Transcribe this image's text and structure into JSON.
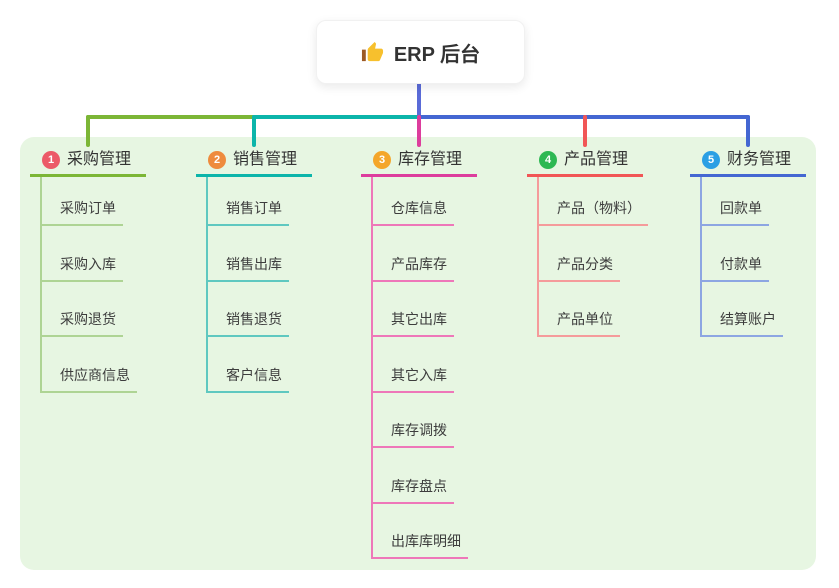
{
  "root": {
    "label": "ERP 后台",
    "icon": "thumbs-up-icon"
  },
  "canvas": {
    "panel_bg": "#e7f6e2",
    "node_bg": "#ffffff",
    "root_connector_color": "#5a6bd8",
    "icon_color": "#f7c02d",
    "icon_cuff_color": "#9c5a24"
  },
  "branches": [
    {
      "index": "1",
      "label": "采购管理",
      "line_color": "#7cb636",
      "child_line_color": "#aed494",
      "badge_color": "#ec5a68",
      "children": [
        "采购订单",
        "采购入库",
        "采购退货",
        "供应商信息"
      ]
    },
    {
      "index": "2",
      "label": "销售管理",
      "line_color": "#0cb5aa",
      "child_line_color": "#5fc8c0",
      "badge_color": "#ee8b3d",
      "children": [
        "销售订单",
        "销售出库",
        "销售退货",
        "客户信息"
      ]
    },
    {
      "index": "3",
      "label": "库存管理",
      "line_color": "#dd3d9d",
      "child_line_color": "#ee77b9",
      "badge_color": "#f4a62a",
      "children": [
        "仓库信息",
        "产品库存",
        "其它出库",
        "其它入库",
        "库存调拨",
        "库存盘点",
        "出库库明细"
      ]
    },
    {
      "index": "4",
      "label": "产品管理",
      "line_color": "#f15656",
      "child_line_color": "#f59b9b",
      "badge_color": "#2db853",
      "children": [
        "产品（物料）",
        "产品分类",
        "产品单位"
      ]
    },
    {
      "index": "5",
      "label": "财务管理",
      "line_color": "#4467d2",
      "child_line_color": "#8da6e2",
      "badge_color": "#2b9fe4",
      "children": [
        "回款单",
        "付款单",
        "结算账户"
      ]
    }
  ]
}
